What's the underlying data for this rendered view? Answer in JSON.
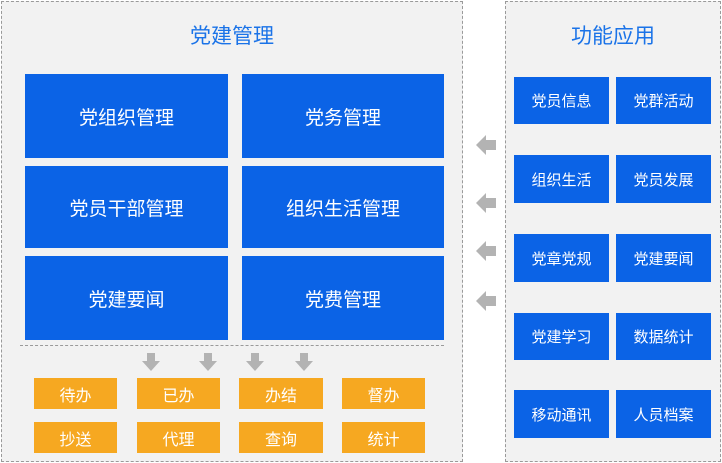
{
  "left_panel": {
    "title": "党建管理",
    "modules": [
      "党组织管理",
      "党务管理",
      "党员干部管理",
      "组织生活管理",
      "党建要闻",
      "党费管理"
    ],
    "tasks": [
      "待办",
      "已办",
      "办结",
      "督办",
      "抄送",
      "代理",
      "查询",
      "统计"
    ]
  },
  "right_panel": {
    "title": "功能应用",
    "functions": [
      "党员信息",
      "党群活动",
      "组织生活",
      "党员发展",
      "党章党规",
      "党建要闻",
      "党建学习",
      "数据统计",
      "移动通讯",
      "人员档案"
    ]
  },
  "colors": {
    "module_blue": "#0b63e6",
    "task_orange": "#f6a821",
    "title_blue": "#1a73e8",
    "arrow_gray": "#b3b3b3"
  }
}
